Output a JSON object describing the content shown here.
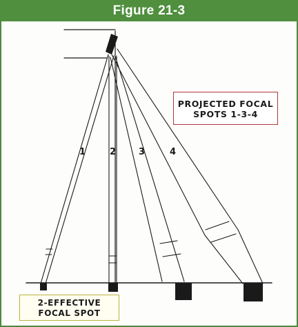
{
  "figure": {
    "title": "Figure 21-3"
  },
  "beams": [
    {
      "label": "1"
    },
    {
      "label": "2"
    },
    {
      "label": "3"
    },
    {
      "label": "4"
    }
  ],
  "callouts": {
    "projected": {
      "line1": "PROJECTED FOCAL",
      "line2": "SPOTS 1-3-4"
    },
    "effective": {
      "line1": "2-EFFECTIVE",
      "line2": "FOCAL SPOT"
    }
  },
  "colors": {
    "header": "#4f8f3e",
    "projected_border": "#b3333b",
    "effective_border": "#b9b43a",
    "ink": "#1a1a1a"
  }
}
